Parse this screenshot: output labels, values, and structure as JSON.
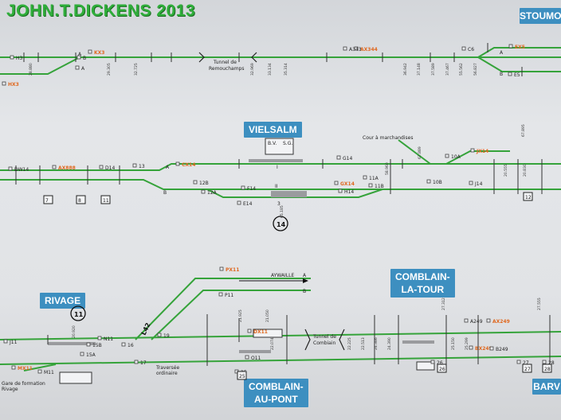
{
  "credit": "JOHN.T.DICKENS  2013",
  "stations": {
    "stoumont": "STOUMO",
    "vielsalm": "VIELSALM",
    "rivage": "RIVAGE",
    "comblain_la_tour": [
      "COMBLAIN-",
      "LA-TOUR"
    ],
    "comblain_au_pont": [
      "COMBLAIN-",
      "AU-PONT"
    ],
    "barvaux": "BARV"
  },
  "circled_numbers": {
    "vielsalm": "14",
    "rivage": "11"
  },
  "tunnels": {
    "remouchamps": [
      "Tunnel de",
      "Remouchamps"
    ],
    "combiain": [
      "Tunnel de",
      "Combiain"
    ]
  },
  "notes": {
    "cour_marchandises": "Cour à marchandises",
    "aywaille": "AYWAILLE",
    "traversee": [
      "Traversée",
      "ordinaire"
    ],
    "faisceau": [
      "Gare de formation",
      "Rivage"
    ]
  },
  "line_number": "L42",
  "signals_orange": [
    "KX3",
    "HX3",
    "AX344",
    "EX5",
    "CX14",
    "AX888",
    "JX14",
    "GX14",
    "DX11",
    "MX11",
    "PX11",
    "AX249",
    "BX249"
  ],
  "signals_black": [
    "H3",
    "A343",
    "C6",
    "E5",
    "A",
    "B",
    "DW14",
    "D14",
    "13",
    "12B",
    "12A",
    "F14",
    "E14",
    "G14",
    "H14",
    "11A",
    "11B",
    "10A",
    "10B",
    "J14",
    "J11",
    "N11",
    "15B",
    "15A",
    "16",
    "17",
    "19",
    "M11",
    "P11",
    "O11",
    "A249",
    "B249",
    "26",
    "27",
    "28",
    "25"
  ],
  "box_labels": [
    "B.V.",
    "S.G."
  ],
  "track_letters": [
    "A",
    "B",
    "I",
    "II",
    "3"
  ],
  "block_numbers": [
    "7",
    "8",
    "11",
    "12",
    "25",
    "26",
    "27",
    "28"
  ],
  "km_labels": [
    "28.880",
    "29.305",
    "32.725",
    "32.969",
    "33.134",
    "35.314",
    "36.942",
    "37.148",
    "37.589",
    "37.467",
    "55.562",
    "56.827",
    "58.960",
    "65.185",
    "67.889",
    "67.895",
    "20.555",
    "20.830",
    "20.920",
    "21.050",
    "21.925",
    "22.074",
    "22.225",
    "22.513",
    "24.386",
    "24.390",
    "25.150",
    "25.299",
    "27.312",
    "27.555"
  ]
}
